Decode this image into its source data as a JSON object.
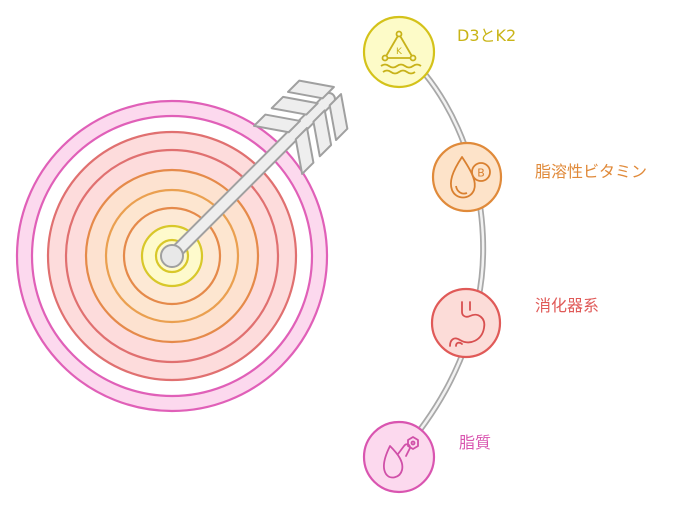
{
  "items": [
    {
      "label": "D3とK2",
      "color": "#d4c21a",
      "fill": "#fdfbc8",
      "icon": "triangle-k-icon"
    },
    {
      "label": "脂溶性ビタミン",
      "color": "#e08a3a",
      "fill": "#fde3c9",
      "icon": "vitamin-b-drop-icon"
    },
    {
      "label": "消化器系",
      "color": "#e05a58",
      "fill": "#fcdcd8",
      "icon": "stomach-icon"
    },
    {
      "label": "脂質",
      "color": "#d955b0",
      "fill": "#fcd9ee",
      "icon": "hand-molecule-icon"
    }
  ],
  "colors": {
    "target_rings": [
      "#e060b8",
      "#e07070",
      "#e58a4a",
      "#eaa050",
      "#d8c82a"
    ],
    "arrow": "#a0a0a0",
    "connector": "#a8a8a8"
  }
}
